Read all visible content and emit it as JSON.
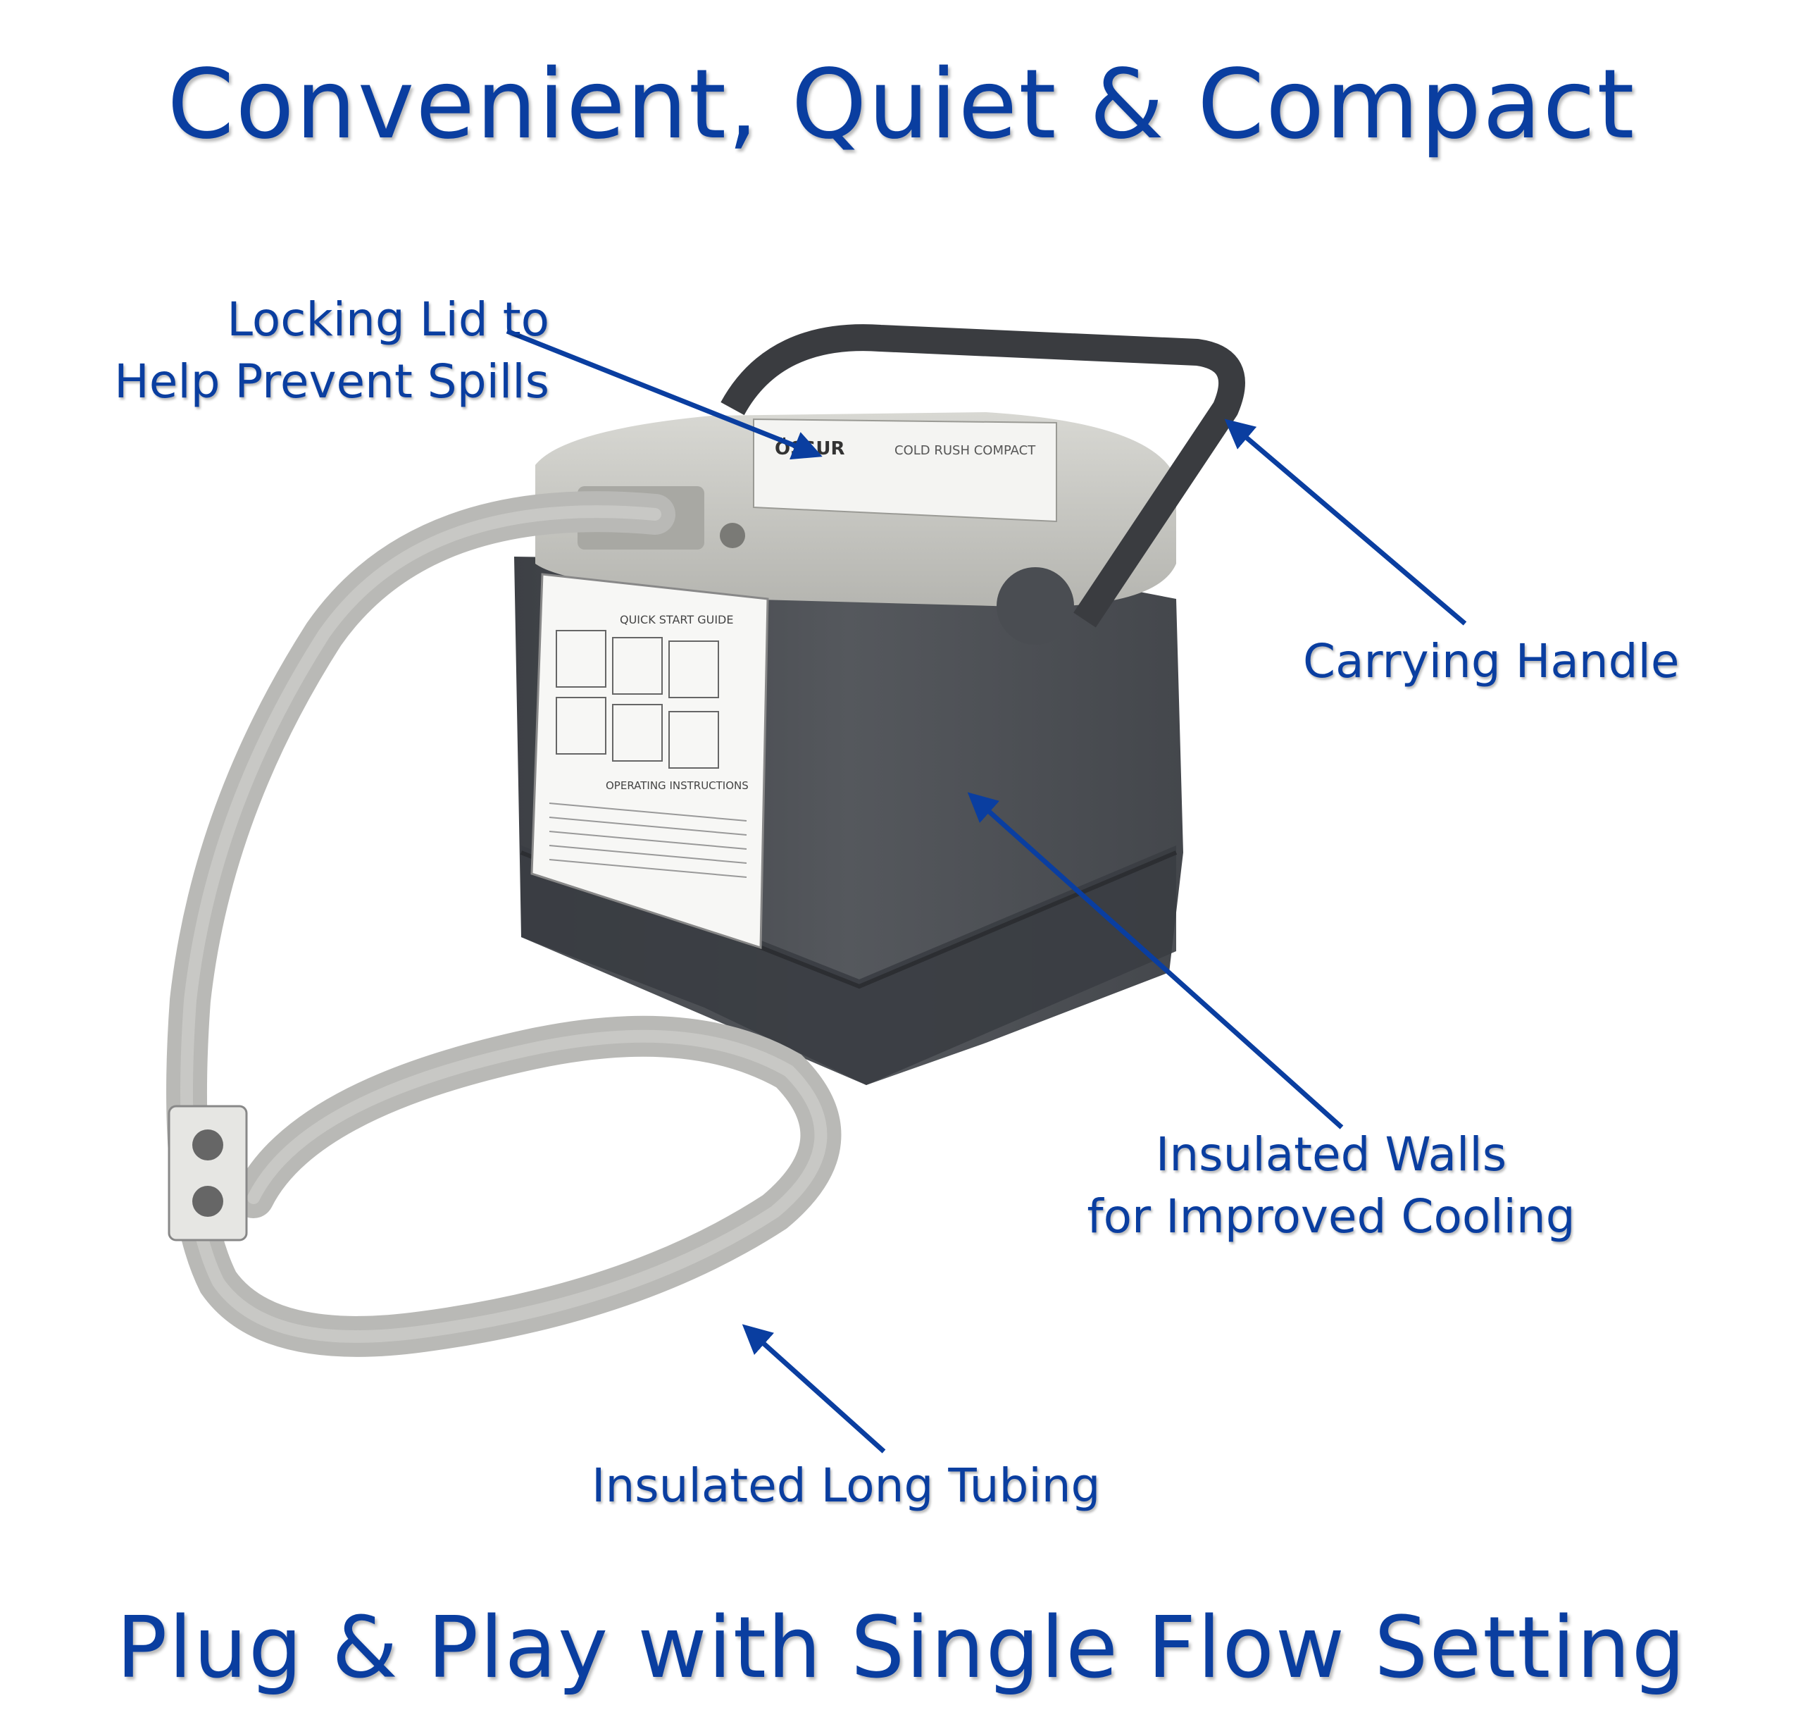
{
  "headline": "Convenient, Quiet & Compact",
  "footer": "Plug & Play with Single Flow Setting",
  "callouts": {
    "lid": {
      "line1": "Locking Lid to",
      "line2": "Help Prevent Spills"
    },
    "handle": {
      "line1": "Carrying Handle"
    },
    "walls": {
      "line1": "Insulated Walls",
      "line2": "for Improved Cooling"
    },
    "tubing": {
      "line1": "Insulated Long Tubing"
    }
  },
  "device": {
    "brand": "ÖSSUR",
    "model": "COLD RUSH COMPACT",
    "quick_start_title": "QUICK START GUIDE",
    "operating_title": "OPERATING INSTRUCTIONS"
  },
  "colors": {
    "text_blue": "#0a3ea0",
    "body_dark": "#4a4d52",
    "lid_grey": "#c9c9c4",
    "handle_dark": "#3a3c40",
    "tube_grey": "#b9b9b6"
  },
  "icons": [
    "arrow-icon"
  ]
}
